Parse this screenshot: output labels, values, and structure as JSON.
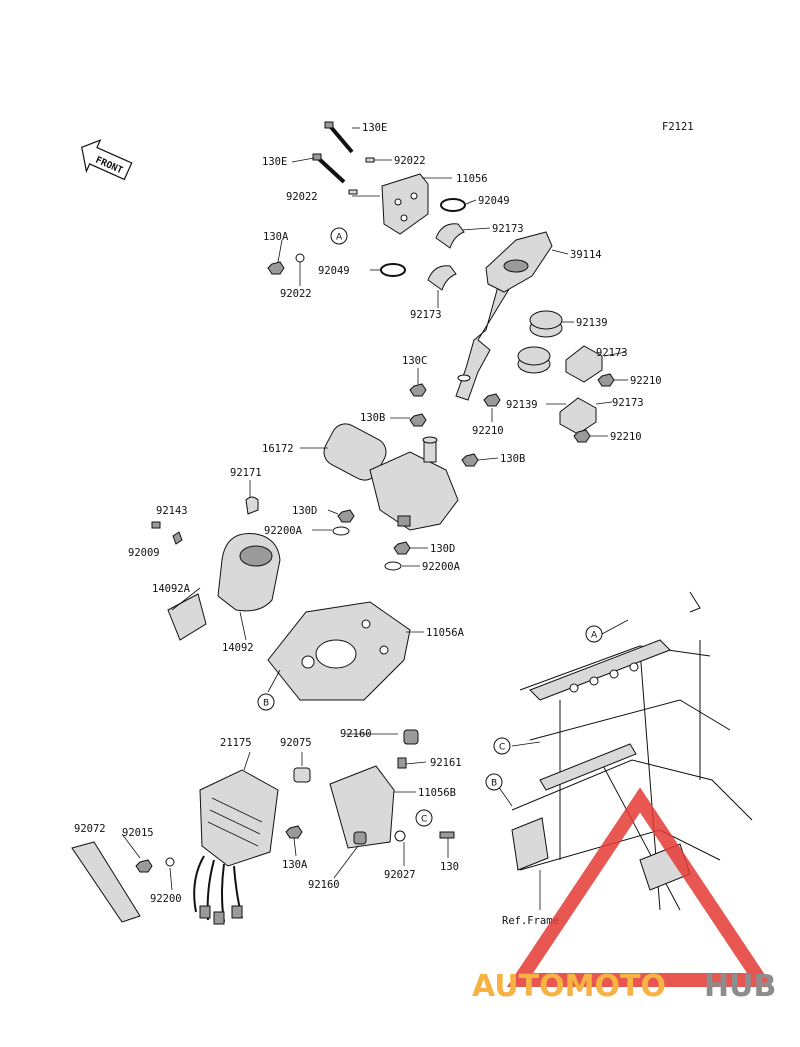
{
  "figure_code": "F2121",
  "front_arrow_label": "FRONT",
  "callouts": {
    "a": "A",
    "b": "B",
    "c": "C"
  },
  "parts": {
    "p130E_a": "130E",
    "p130E_b": "130E",
    "p92022_a": "92022",
    "p92022_b": "92022",
    "p92022_c": "92022",
    "p11056": "11056",
    "p92049_a": "92049",
    "p92049_b": "92049",
    "p92173_a": "92173",
    "p92173_b": "92173",
    "p92173_c": "92173",
    "p92173_d": "92173",
    "p39114": "39114",
    "p130A_a": "130A",
    "p130A_b": "130A",
    "p92139_a": "92139",
    "p92139_b": "92139",
    "p130C": "130C",
    "p92210_a": "92210",
    "p92210_b": "92210",
    "p92210_c": "92210",
    "p130B_a": "130B",
    "p130B_b": "130B",
    "p16172": "16172",
    "p92171": "92171",
    "p92143": "92143",
    "p92009": "92009",
    "p130D_a": "130D",
    "p130D_b": "130D",
    "p92200A_a": "92200A",
    "p92200A_b": "92200A",
    "p14092A": "14092A",
    "p14092": "14092",
    "p11056A": "11056A",
    "p92160_a": "92160",
    "p92160_b": "92160",
    "p21175": "21175",
    "p92075": "92075",
    "p92161": "92161",
    "p11056B": "11056B",
    "p92072": "92072",
    "p92015": "92015",
    "p92200": "92200",
    "p92027": "92027",
    "p130": "130",
    "ref_frame": "Ref.Frame"
  },
  "watermark": {
    "part1": "AUTOMOTO",
    "part2": "HUB",
    "color1": "#f5a623",
    "color2": "#7a7a7a",
    "triangle_color": "#e53935"
  }
}
